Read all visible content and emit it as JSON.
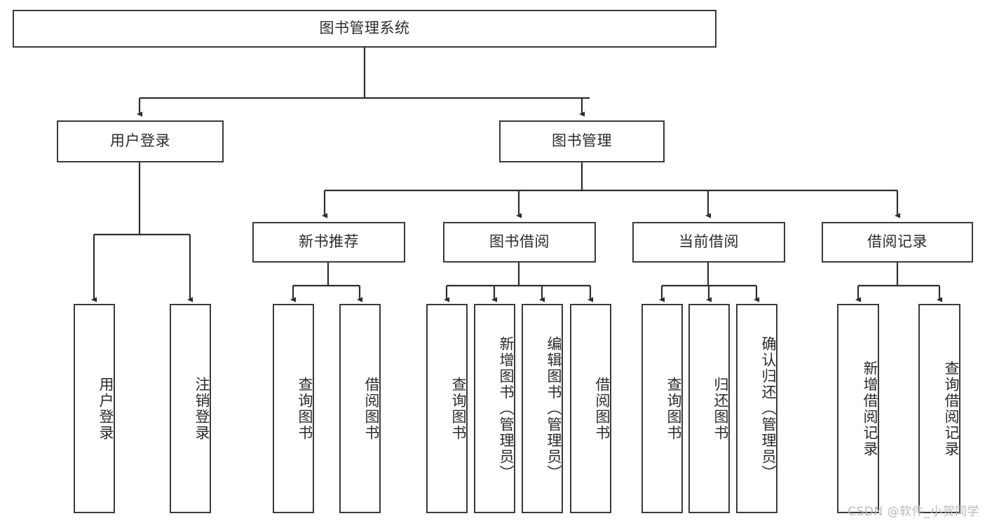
{
  "diagram": {
    "title": "图书管理系统",
    "watermark": "CSDN @软件_小贺同学",
    "stroke_color": "#3a3a3a",
    "text_color": "#2b2b2b",
    "background_color": "#ffffff",
    "nodes": {
      "root": "图书管理系统",
      "user_login": "用户登录",
      "book_manage": "图书管理",
      "new_book_rec": "新书推荐",
      "book_borrow": "图书借阅",
      "current_borrow": "当前借阅",
      "borrow_record": "借阅记录",
      "leaf_user_login": "用户登录",
      "leaf_logout_login": "注销登录",
      "leaf_query_book_a": "查询图书",
      "leaf_borrow_book_a": "借阅图书",
      "leaf_query_book_b": "查询图书",
      "leaf_add_book_admin": "新增图书（管理员）",
      "leaf_edit_book_admin": "编辑图书（管理员）",
      "leaf_borrow_book_b": "借阅图书",
      "leaf_query_book_c": "查询图书",
      "leaf_return_book": "归还图书",
      "leaf_confirm_return_admin": "确认归还（管理员）",
      "leaf_add_record": "新增借阅记录",
      "leaf_query_record": "查询借阅记录"
    }
  }
}
